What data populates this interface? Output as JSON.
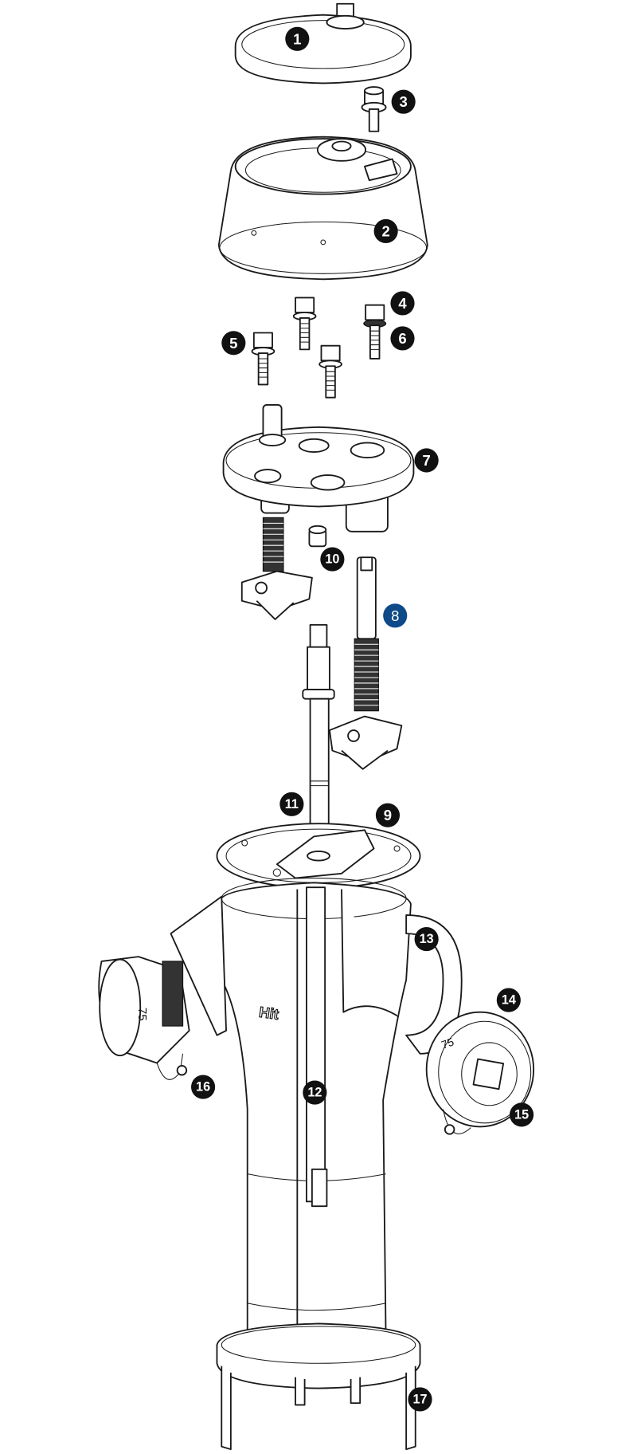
{
  "diagram": {
    "callouts": [
      {
        "id": "1",
        "label": "1"
      },
      {
        "id": "2",
        "label": "2"
      },
      {
        "id": "3",
        "label": "3"
      },
      {
        "id": "4",
        "label": "4"
      },
      {
        "id": "5",
        "label": "5"
      },
      {
        "id": "6",
        "label": "6"
      },
      {
        "id": "7",
        "label": "7"
      },
      {
        "id": "8",
        "label": "8"
      },
      {
        "id": "9",
        "label": "9"
      },
      {
        "id": "10",
        "label": "10"
      },
      {
        "id": "11",
        "label": "11"
      },
      {
        "id": "12",
        "label": "12"
      },
      {
        "id": "13",
        "label": "13"
      },
      {
        "id": "14",
        "label": "14"
      },
      {
        "id": "15",
        "label": "15"
      },
      {
        "id": "16",
        "label": "16"
      },
      {
        "id": "17",
        "label": "17"
      }
    ],
    "colors": {
      "callout_default": "#111111",
      "callout_highlight": "#0d4a87"
    },
    "highlighted_callout": "8",
    "cap_marking_left": "75",
    "cap_marking_right": "75",
    "body_logo": "Hit"
  }
}
